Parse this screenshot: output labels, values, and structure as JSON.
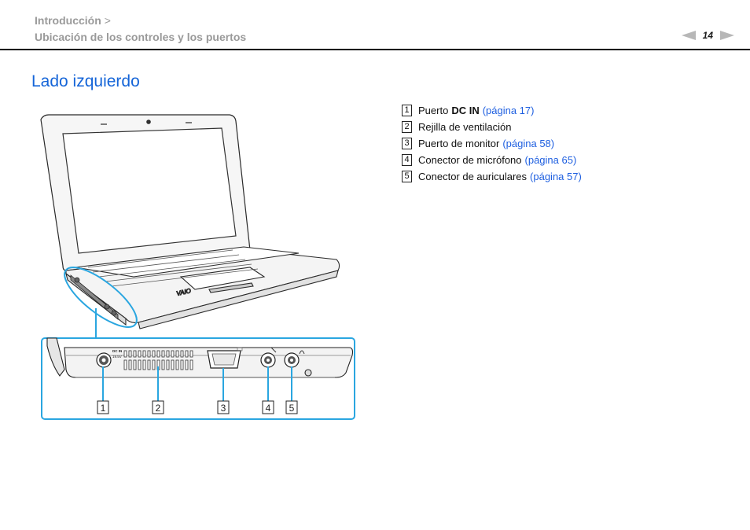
{
  "header": {
    "breadcrumb_parent": "Introducción",
    "breadcrumb_separator": ">",
    "breadcrumb_current": "Ubicación de los controles y los puertos",
    "page_number": "14"
  },
  "title": "Lado izquierdo",
  "legend": [
    {
      "num": "1",
      "pre": "Puerto",
      "bold": "DC IN",
      "link": "(página 17)"
    },
    {
      "num": "2",
      "pre": "Rejilla de ventilación",
      "bold": "",
      "link": ""
    },
    {
      "num": "3",
      "pre": "Puerto de monitor",
      "bold": "",
      "link": "(página 58)"
    },
    {
      "num": "4",
      "pre": "Conector de micrófono",
      "bold": "",
      "link": "(página 65)"
    },
    {
      "num": "5",
      "pre": "Conector de auriculares",
      "bold": "",
      "link": "(página 57)"
    }
  ],
  "figure": {
    "callouts": [
      "1",
      "2",
      "3",
      "4",
      "5"
    ],
    "port_label_dcin": "DC IN",
    "port_label_voltage": "19.5V",
    "laptop_logo": "VAIO",
    "accent_color": "#2aa6e0"
  }
}
